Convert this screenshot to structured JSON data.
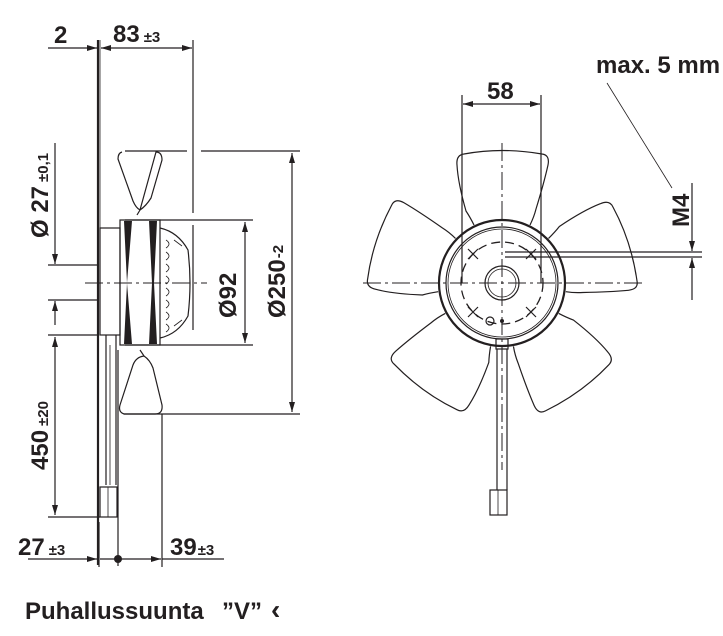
{
  "dimensions": {
    "plate_thickness": "2",
    "depth": "83",
    "depth_tol": "±3",
    "shaft_diameter": "Ø 27",
    "shaft_tol": "±0,1",
    "motor_diameter": "Ø92",
    "fan_diameter": "Ø250",
    "fan_tol": "-2",
    "cable_length": "450",
    "cable_tol": "±20",
    "left_offset": "27",
    "left_offset_tol": "±3",
    "right_offset": "39",
    "right_offset_tol": "±3",
    "hole_spacing": "58",
    "thread": "M4",
    "max_screw_depth": "max. 5 mm"
  },
  "footer": {
    "label": "Puhallussuunta",
    "direction": "”V”",
    "arrow": "‹"
  }
}
